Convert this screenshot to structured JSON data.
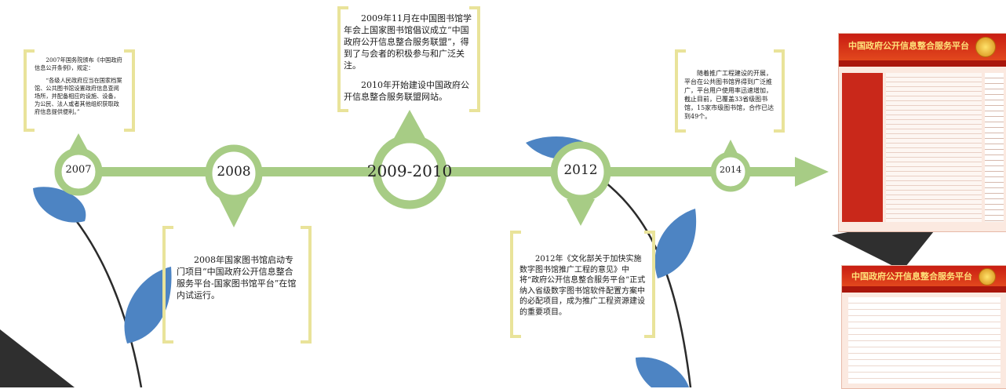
{
  "timeline": {
    "nodes": [
      {
        "label": "2007"
      },
      {
        "label": "2008"
      },
      {
        "label": "2009-2010"
      },
      {
        "label": "2012"
      },
      {
        "label": "2014"
      }
    ],
    "events": [
      {
        "paragraphs": [
          "2007年国务院颁布《中国政府信息公开条例》，规定：",
          "“各级人民政府应当在国家档案馆、公共图书馆设置政府信息查阅场所，并配备相应的设施、设备，为公民、法人或者其他组织获取政府信息提供便利。”"
        ]
      },
      {
        "paragraphs": [
          "2008年国家图书馆启动专门项目“中国政府公开信息整合服务平台-国家图书馆平台”在馆内试运行。"
        ]
      },
      {
        "paragraphs": [
          "2009年11月在中国图书馆学年会上国家图书馆倡议成立“中国政府公开信息整合服务联盟”，得到了与会者的积极参与和广泛关注。",
          "2010年开始建设中国政府公开信息整合服务联盟网站。"
        ]
      },
      {
        "paragraphs": [
          "2012年《文化部关于加快实施数字图书馆推广工程的意见》中将“政府公开信息整合服务平台”正式纳入省级数字图书馆软件配置方案中的必配项目，成为推广工程资源建设的重要项目。"
        ]
      },
      {
        "paragraphs": [
          "随着推广工程建设的开展，平台在公共图书馆界得到广泛推广，平台用户使用率迅速增加，截止目前，已覆盖33省级图书馆，15家市级图书馆，合作已达到49个。"
        ]
      }
    ]
  },
  "screenshots": [
    {
      "title": "中国政府公开信息整合服务平台"
    },
    {
      "title": "中国政府公开信息整合服务平台"
    }
  ],
  "colors": {
    "line": "#a7cc85",
    "leaf": "#4d84c3",
    "bracket": "#e9e39a",
    "stem": "#2b2b2b"
  }
}
